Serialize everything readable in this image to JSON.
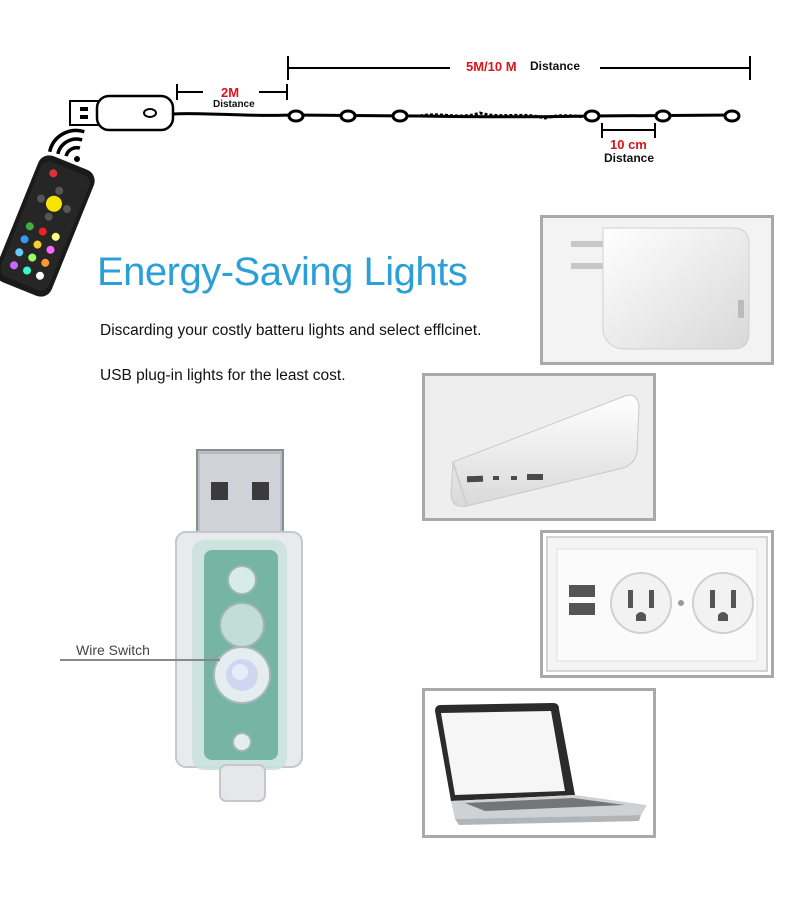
{
  "diagram": {
    "distance_total_value": "5M/10 M",
    "distance_total_label": "Distance",
    "distance_lead_value": "2M",
    "distance_lead_label": "Distance",
    "distance_bulb_value": "10 cm",
    "distance_bulb_label": "Distance"
  },
  "headline": "Energy-Saving Lights",
  "body": {
    "line1": "Discarding your costly batteru lights and select efflcinet.",
    "line2": "USB plug-in lights for the least cost."
  },
  "callout": {
    "wire_switch": "Wire Switch"
  },
  "colors": {
    "accent": "#2a9fd8",
    "distance_red": "#d9141b",
    "frame_gray": "#a9a9a9"
  },
  "icons": {
    "remote": "remote-control-icon",
    "wifi": "wireless-signal-icon",
    "usb_plug": "usb-plug-icon",
    "adapter": "wall-adapter-icon",
    "powerbank": "power-bank-icon",
    "outlet": "wall-outlet-icon",
    "laptop": "laptop-icon",
    "switch_module": "usb-switch-module-icon"
  }
}
